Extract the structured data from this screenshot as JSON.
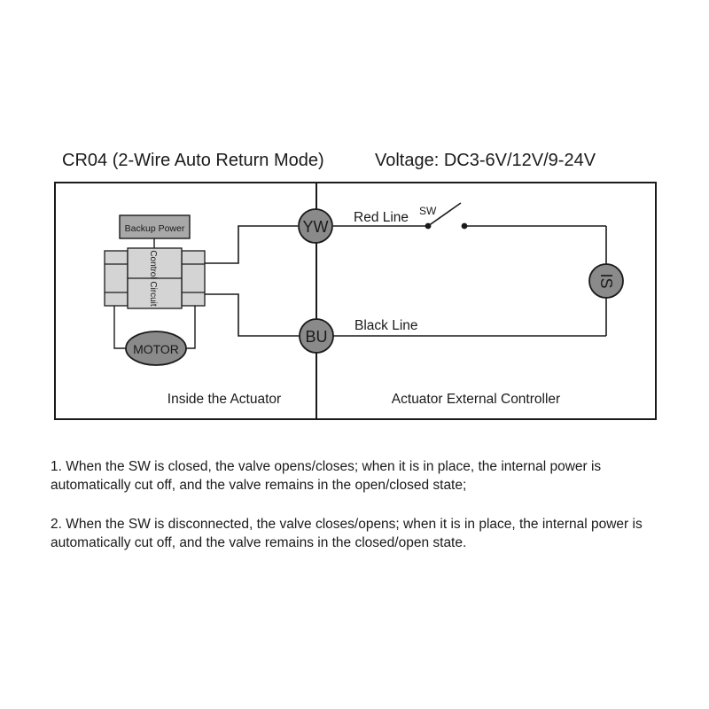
{
  "title": {
    "mode": "CR04 (2-Wire Auto Return Mode)",
    "voltage": "Voltage: DC3-6V/12V/9-24V"
  },
  "actuator": {
    "backup_power": "Backup Power",
    "control_circuit": "Control Circuit",
    "motor": "MOTOR",
    "section_label": "Inside the Actuator"
  },
  "terminals": {
    "yw": "YW",
    "bu": "BU"
  },
  "controller": {
    "red_line": "Red Line",
    "switch": "SW",
    "source": "IS",
    "black_line": "Black Line",
    "section_label": "Actuator External Controller"
  },
  "notes": [
    "1. When the SW is closed, the valve opens/closes; when it is in place, the internal power is automatically cut off, and the valve remains in the open/closed state;",
    "2. When the SW is disconnected, the valve closes/opens; when it is in place, the internal power is automatically cut off, and the valve remains in the closed/open state."
  ],
  "colors": {
    "line": "#1a1a1a",
    "terminal_fill": "#8a8a8a",
    "block_fill": "#a8a8a8",
    "body_fill": "#d4d4d4"
  }
}
